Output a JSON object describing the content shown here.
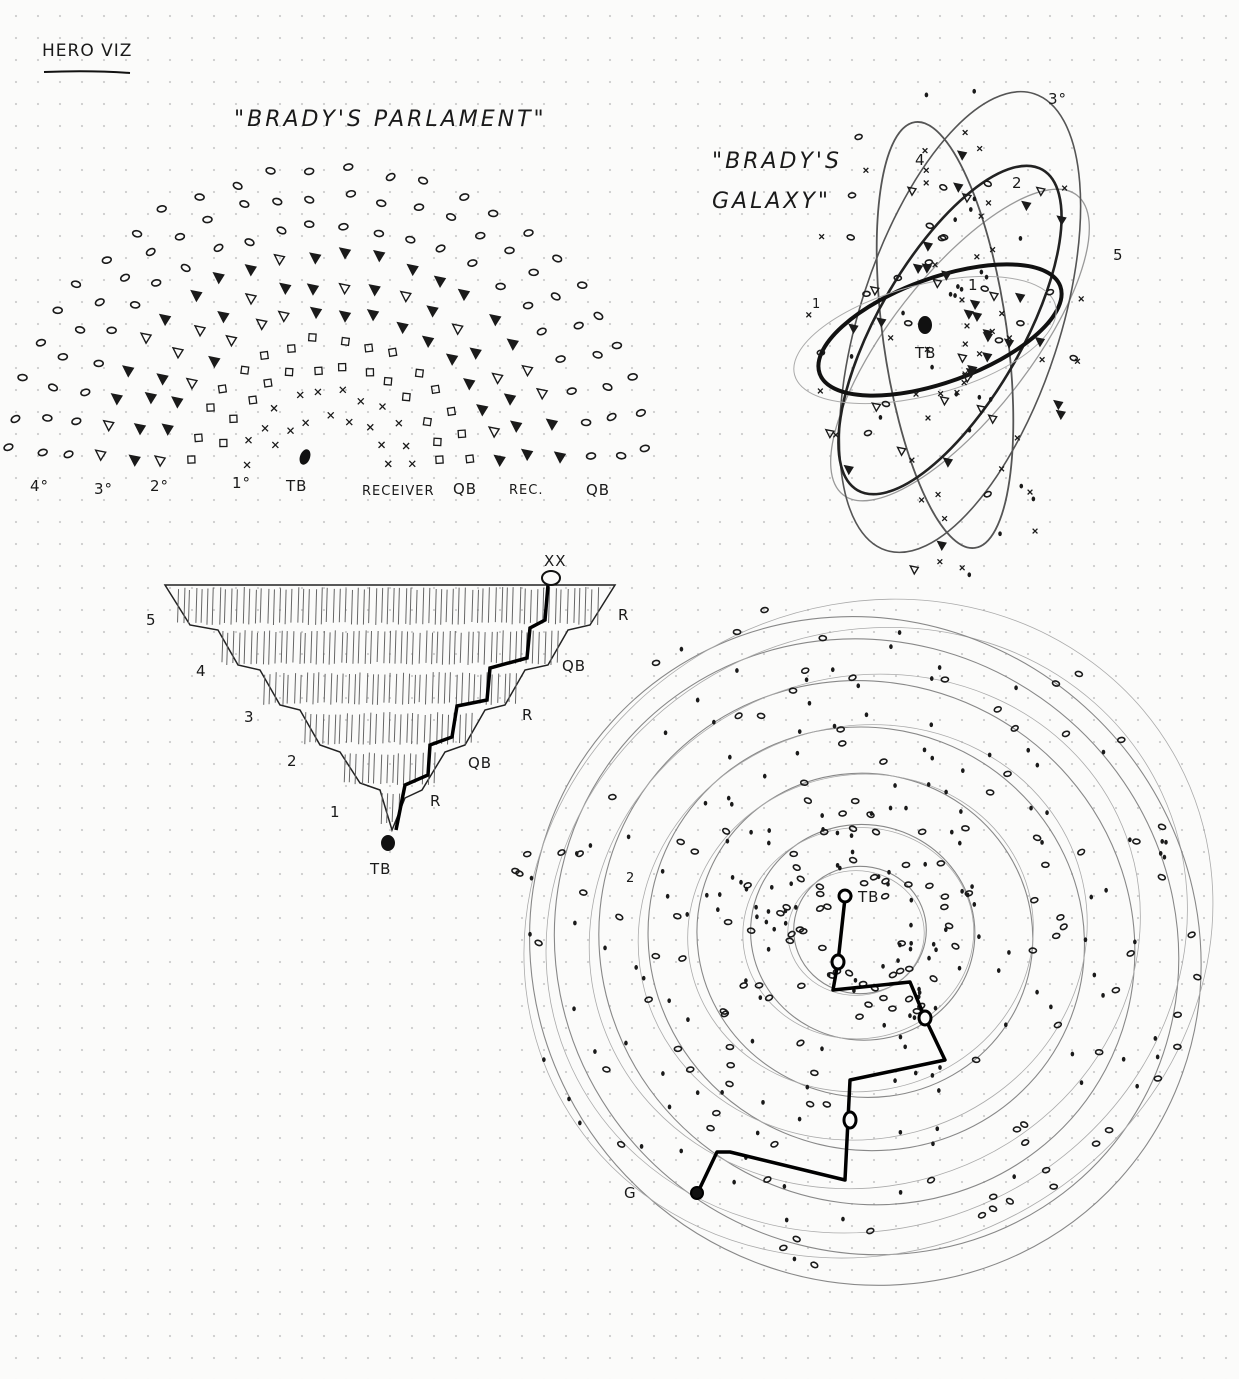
{
  "page": {
    "heading": "HERO VIZ"
  },
  "parliament": {
    "title": "\"BRADY'S PARLAMENT\"",
    "axis_labels": [
      "4°",
      "3°",
      "2°",
      "1°",
      "TB",
      "RECEIVER",
      "QB",
      "REC.",
      "QB"
    ]
  },
  "galaxy": {
    "title_line1": "\"BRADY'S",
    "title_line2": "GALAXY\"",
    "center_label": "TB",
    "orbit_labels": [
      "1",
      "2",
      "3°",
      "4",
      "5",
      "1"
    ]
  },
  "pyramid": {
    "top_label": "XX",
    "center_label": "TB",
    "left_labels": [
      "5",
      "4",
      "3",
      "2",
      "1"
    ],
    "right_labels": [
      "R",
      "QB",
      "R",
      "QB",
      "R"
    ]
  },
  "spiral": {
    "center_label": "TB",
    "ring_label": "2",
    "path_start_label": "G"
  },
  "colors": {
    "ink": "#111111",
    "pencil": "#777777",
    "paper": "#fbfbfa",
    "grid_dot": "#cfcfcf"
  }
}
